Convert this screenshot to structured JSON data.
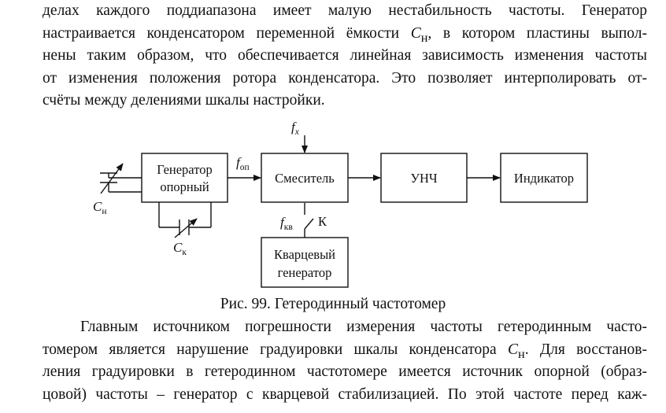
{
  "paragraph_top": [
    "делах каждого поддиапазона имеет малую нестабильность частоты. Генератор",
    "настраивается конденсатором переменной ёмкости <i>C</i><sub>н</sub>, в котором пластины выпол-",
    "нены таким образом, что обеспечивается линейная зависимость изменения частоты",
    "от изменения положения ротора конденсатора. Это позволяет интерполировать от-",
    "счёты между делениями шкалы настройки."
  ],
  "diagram": {
    "gen_ref_line1": "Генератор",
    "gen_ref_line2": "опорный",
    "mixer": "Смеситель",
    "lfa": "УНЧ",
    "indicator": "Индикатор",
    "quartz_line1": "Кварцевый",
    "quartz_line2": "генератор",
    "f_x_main": "f",
    "f_x_sub": "x",
    "f_op_main": "f",
    "f_op_sub": "оп",
    "f_kv_main": "f",
    "f_kv_sub": "кв",
    "switch_label": "К",
    "cn_main": "C",
    "cn_sub": "н",
    "ck_main": "C",
    "ck_sub": "к"
  },
  "caption": "Рис. 99. Гетеродинный частотомер",
  "paragraph_bottom": [
    "Главным источником погрешности измерения частоты гетеродинным часто-",
    "томером является нарушение градуировки шкалы конденсатора <i>C</i><sub>н</sub>. Для восстанов-",
    "ления градуировки в гетеродинном частотомере имеется источник опорной (образ-",
    "цовой) частоты – генератор с кварцевой стабилизацией. По этой частоте перед каж-"
  ]
}
